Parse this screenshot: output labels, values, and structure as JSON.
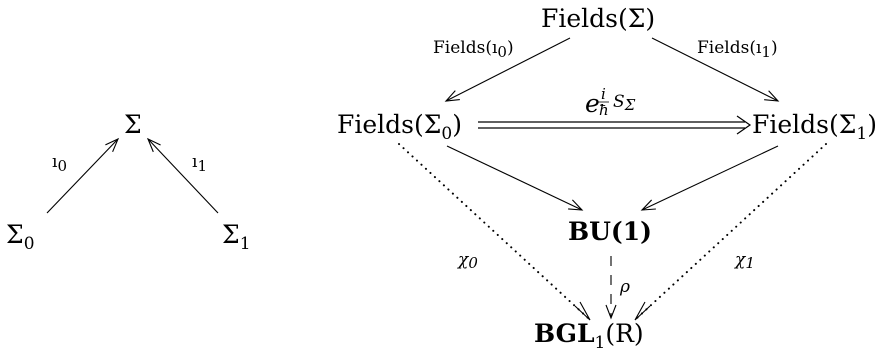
{
  "left_diagram": {
    "top": "Σ",
    "bottom_left": "Σ",
    "bottom_left_sub": "0",
    "bottom_right": "Σ",
    "bottom_right_sub": "1",
    "edge_left_label": "ı",
    "edge_left_sub": "0",
    "edge_right_label": "ı",
    "edge_right_sub": "1"
  },
  "right_diagram": {
    "top": "Fields(Σ)",
    "mid_left": "Fields(Σ",
    "mid_left_sub": "0",
    "mid_left_close": ")",
    "mid_right": "Fields(Σ",
    "mid_right_sub": "1",
    "mid_right_close": ")",
    "center": "BU(1)",
    "bottom": "BGL",
    "bottom_sub": "1",
    "bottom_tail": "(R)",
    "edge_top_left_label": "Fields(ı",
    "edge_top_left_sub": "0",
    "edge_top_left_close": ")",
    "edge_top_right_label": "Fields(ı",
    "edge_top_right_sub": "1",
    "edge_top_right_close": ")",
    "double_arrow_label_base": "e",
    "double_arrow_label_exp_num": "i",
    "double_arrow_label_exp_den": "ħ",
    "double_arrow_label_exp_S": "S",
    "double_arrow_label_exp_sub": "Σ",
    "chi0": "χ",
    "chi0_sub": "0",
    "chi1": "χ",
    "chi1_sub": "1",
    "rho": "ρ"
  }
}
